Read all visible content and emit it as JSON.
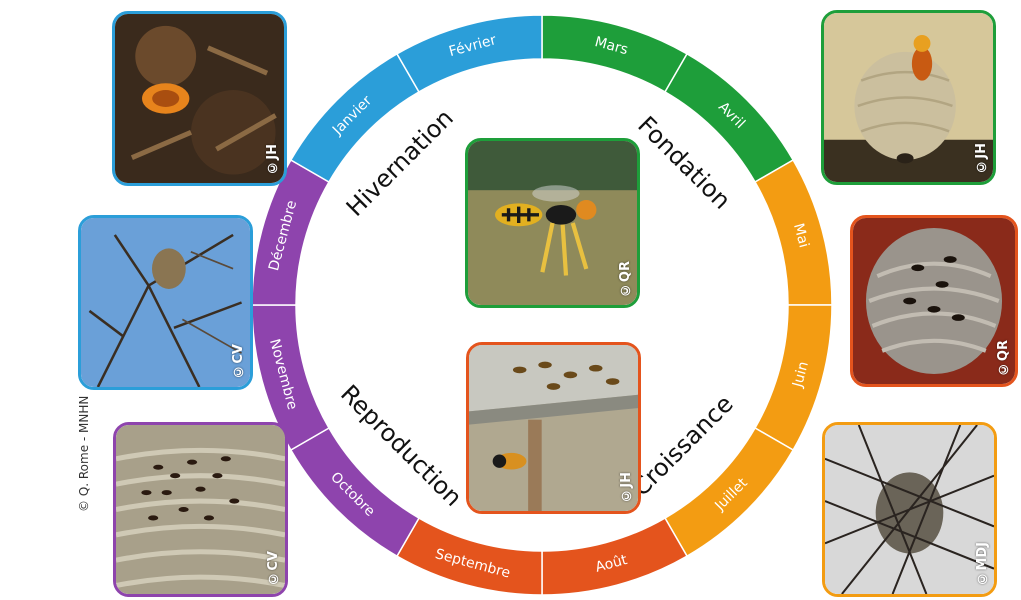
{
  "months": [
    {
      "label": "Mars",
      "color": "#1e9e3a"
    },
    {
      "label": "Avril",
      "color": "#1e9e3a"
    },
    {
      "label": "Mai",
      "color": "#f39c12"
    },
    {
      "label": "Juin",
      "color": "#f39c12"
    },
    {
      "label": "Juillet",
      "color": "#f39c12"
    },
    {
      "label": "Août",
      "color": "#e4541d"
    },
    {
      "label": "Septembre",
      "color": "#e4541d"
    },
    {
      "label": "Octobre",
      "color": "#8e44ad"
    },
    {
      "label": "Novembre",
      "color": "#8e44ad"
    },
    {
      "label": "Décembre",
      "color": "#8e44ad"
    },
    {
      "label": "Janvier",
      "color": "#2b9ed9"
    },
    {
      "label": "Février",
      "color": "#2b9ed9"
    }
  ],
  "phases": {
    "fondation": "Fondation",
    "croissance": "Croissance",
    "reproduction": "Reproduction",
    "hivernation": "Hivernation"
  },
  "photos": {
    "top_left": {
      "credit": "©JH",
      "border": "#2b9ed9"
    },
    "mid_left": {
      "credit": "©CV",
      "border": "#2b9ed9"
    },
    "bottom_left": {
      "credit": "©CV",
      "border": "#8e44ad"
    },
    "top_right": {
      "credit": "©JH",
      "border": "#1e9e3a"
    },
    "mid_right": {
      "credit": "©QR",
      "border": "#e4541d"
    },
    "bottom_right": {
      "credit": "©MDJ",
      "border": "#f39c12"
    },
    "center_top": {
      "credit": "©QR",
      "border": "#1e9e3a"
    },
    "center_bottom": {
      "credit": "©JH",
      "border": "#e4541d"
    }
  },
  "footer_credit": "© Q. Rome - MNHN"
}
